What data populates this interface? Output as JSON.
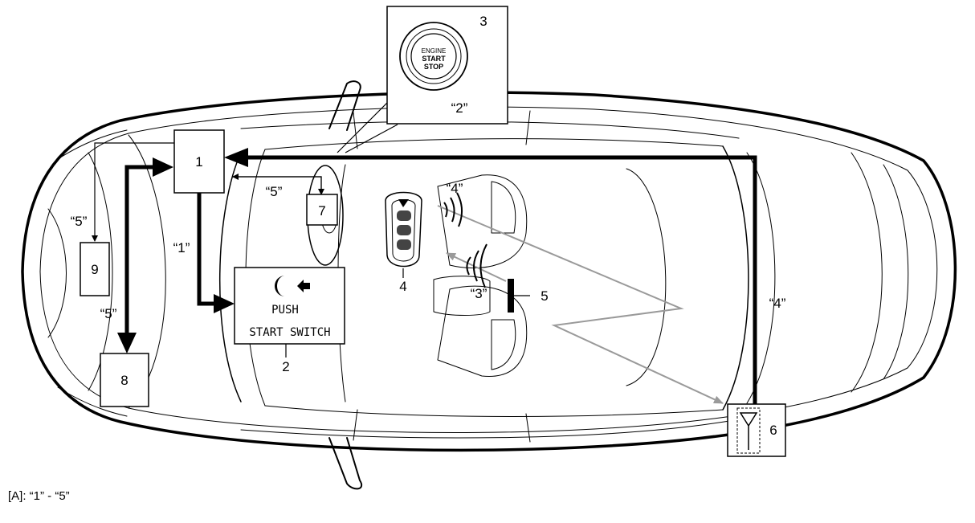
{
  "diagram": {
    "footnote": "[A]: “1” - “5”",
    "callouts": {
      "c1": "1",
      "c2": "2",
      "c3": "3",
      "c4": "4",
      "c5": "5",
      "c6": "6",
      "c7": "7",
      "c8": "8",
      "c9": "9"
    },
    "signals": {
      "s1": "“1”",
      "s2": "“2”",
      "s3": "“3”",
      "s4_key": "“4”",
      "s4_right": "“4”",
      "s5_steer": "“5”",
      "s5_left": "“5”",
      "s5_lower": "“5”"
    },
    "button": {
      "line1": "ENGINE",
      "line2": "START",
      "line3": "STOP"
    },
    "start_switch": {
      "push": "PUSH",
      "label": "START SWITCH"
    }
  }
}
